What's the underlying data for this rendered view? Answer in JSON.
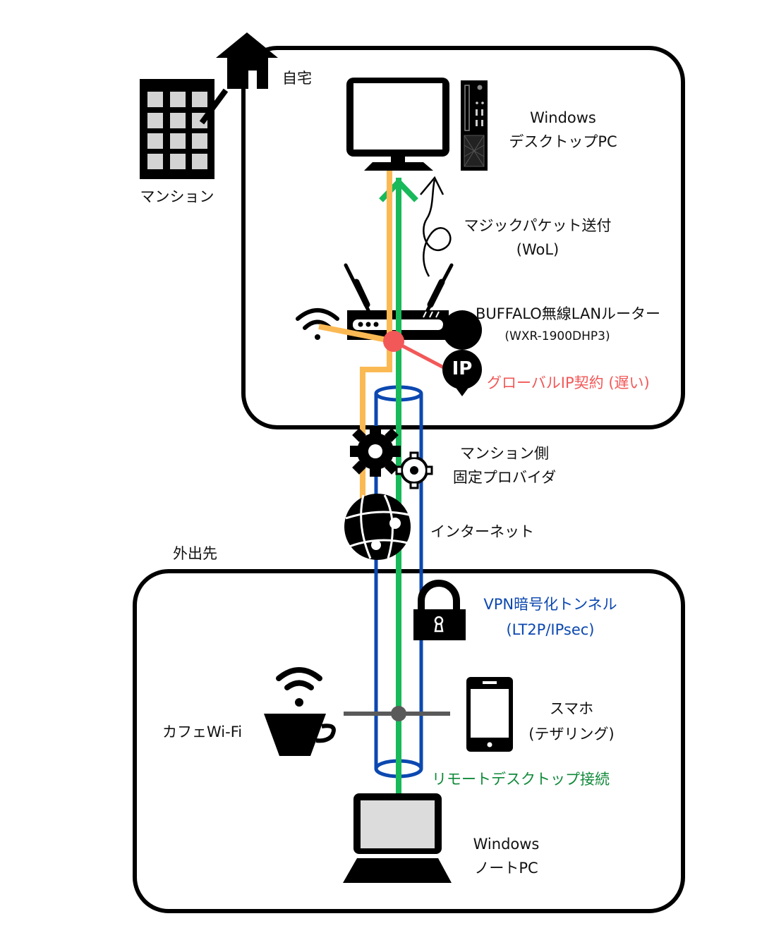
{
  "home": {
    "area_label": "自宅",
    "building_label": "マンション",
    "desktop": {
      "line1": "Windows",
      "line2": "デスクトップPC"
    },
    "wol": {
      "line1": "マジックパケット送付",
      "line2": "(WoL)"
    },
    "router": {
      "line1": "BUFFALO無線LANルーター",
      "line2": "(WXR-1900DHP3)"
    },
    "global_ip": {
      "badge": "IP",
      "label": "グローバルIP契約 (遅い)"
    }
  },
  "network": {
    "provider": {
      "line1": "マンション側",
      "line2": "固定プロバイダ"
    },
    "internet_label": "インターネット"
  },
  "outside": {
    "area_label": "外出先",
    "vpn": {
      "line1": "VPN暗号化トンネル",
      "line2": "(LT2P/IPsec)"
    },
    "cafe_wifi_label": "カフェWi-Fi",
    "smartphone": {
      "line1": "スマホ",
      "line2": "(テザリング)"
    },
    "remote_desktop_label": "リモートデスクトップ接続",
    "laptop": {
      "line1": "Windows",
      "line2": "ノートPC"
    }
  },
  "colors": {
    "wol_path": "#fbb954",
    "remote_desktop_path": "#18b95a",
    "vpn_tunnel": "#0c48b0",
    "global_ip": "#f25858",
    "tether_line": "#5a5a5a",
    "remote_desktop_text": "#108a3a",
    "vpn_text": "#0c48b0",
    "global_ip_text": "#f25858"
  }
}
